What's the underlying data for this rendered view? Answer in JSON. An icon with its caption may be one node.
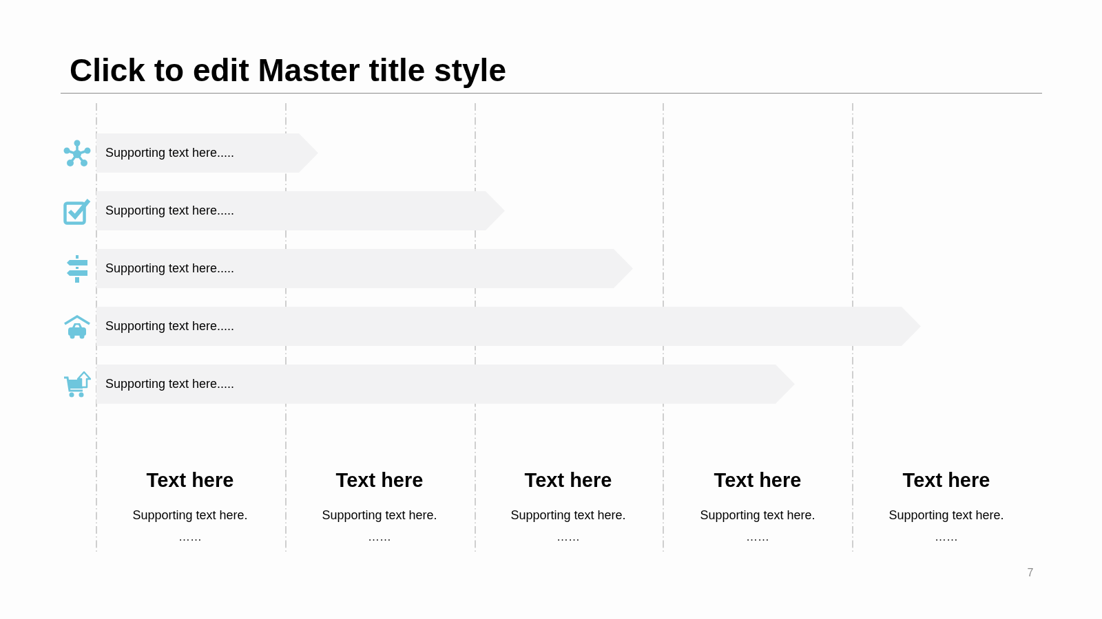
{
  "diagram": {
    "title": "Click to edit Master title style",
    "nodes": [
      {
        "text": [
          "Supporting text here....."
        ]
      },
      {
        "text": [
          "Supporting text here....."
        ]
      },
      {
        "text": [
          "Supporting text here....."
        ]
      },
      {
        "text": [
          "Supporting text here....."
        ]
      },
      {
        "text": [
          "Supporting text here....."
        ]
      }
    ],
    "labels": [
      "Text here",
      "Supporting text here.",
      "……",
      "Text here",
      "Supporting text here.",
      "……",
      "Text here",
      "Supporting text here.",
      "……",
      "Text here",
      "Supporting text here.",
      "……",
      "Text here",
      "Supporting text here.",
      "……",
      "7"
    ]
  }
}
